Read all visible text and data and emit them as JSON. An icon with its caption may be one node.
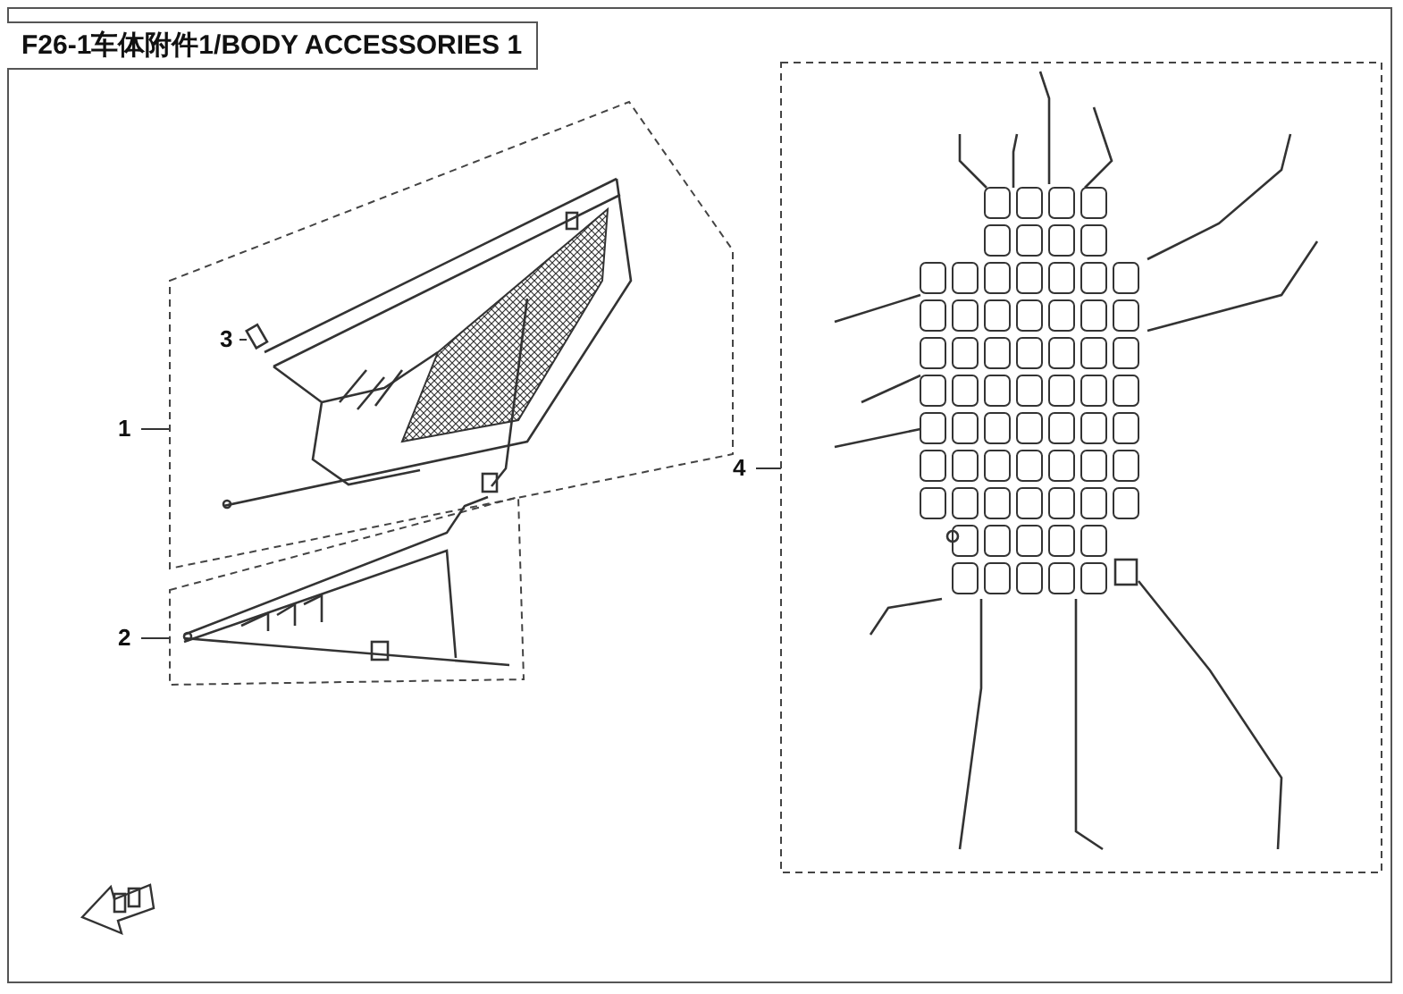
{
  "diagram": {
    "title": "F26-1车体附件1/BODY ACCESSORIES 1",
    "nodes": [
      {
        "text": [
          "1"
        ]
      },
      {
        "text": [],
        "shape": "picture"
      },
      {
        "text": [
          "2"
        ]
      },
      {
        "text": [],
        "shape": "picture"
      },
      {
        "text": [
          "3"
        ],
        "in": 1
      },
      {
        "text": [],
        "shape": "box",
        "in": 1
      },
      {
        "text": [
          "4"
        ]
      },
      {
        "text": [],
        "shape": "picture"
      }
    ],
    "edges": [
      {
        "from": 0,
        "to": 1,
        "arrow": "none"
      },
      {
        "from": 2,
        "to": 3,
        "arrow": "none"
      },
      {
        "from": 4,
        "to": 5,
        "arrow": "none"
      },
      {
        "from": 6,
        "to": 7,
        "arrow": "none"
      }
    ]
  }
}
